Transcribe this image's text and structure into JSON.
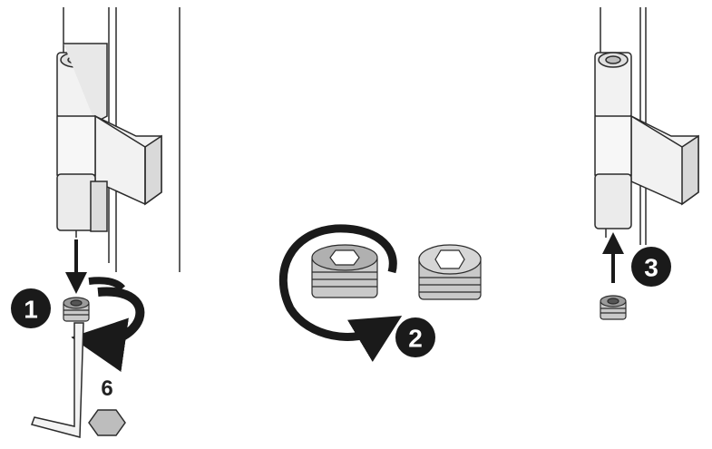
{
  "steps": [
    {
      "number": "1"
    },
    {
      "number": "2"
    },
    {
      "number": "3"
    }
  ],
  "tool": {
    "size_label": "6",
    "icon": "hex-key-icon"
  },
  "colors": {
    "line": "#2b2b2b",
    "badge": "#1a1a1a",
    "hinge_fill": "#f2f2f2",
    "hinge_shade": "#d9d9d9",
    "bushing_fill": "#c9c9c9",
    "bushing_dark": "#8a8a8a",
    "hex_fill": "#bdbdbd"
  }
}
